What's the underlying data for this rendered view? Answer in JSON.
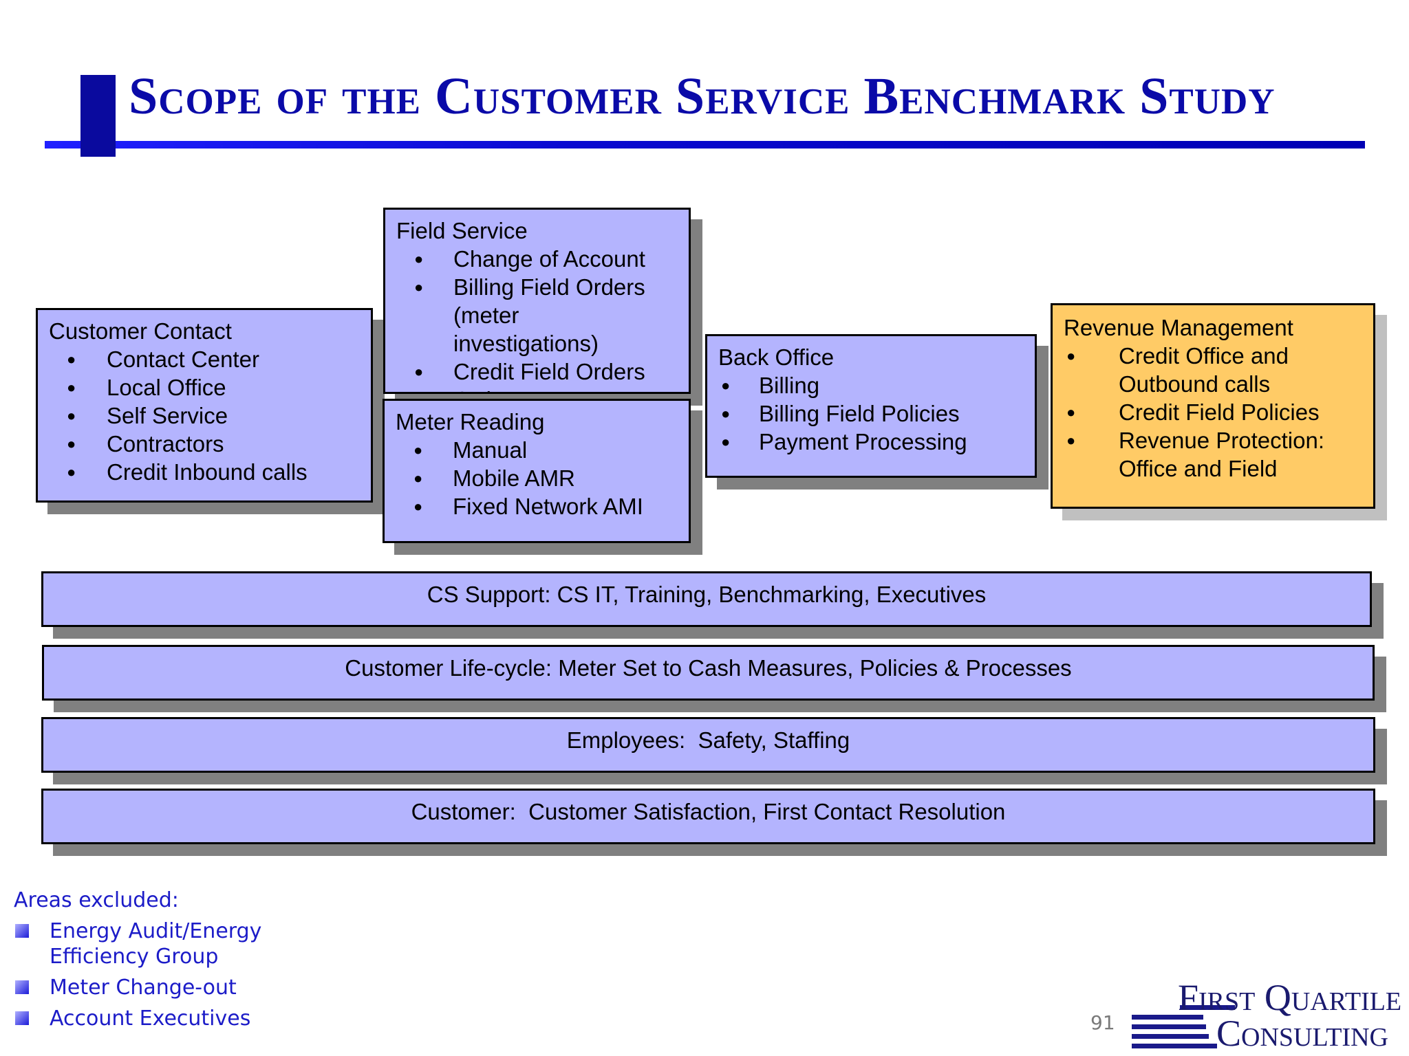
{
  "title": "Scope of the Customer Service Benchmark Study",
  "customer_contact": {
    "heading": "Customer Contact",
    "items": [
      "Contact Center",
      "Local Office",
      "Self Service",
      "Contractors",
      "Credit Inbound calls"
    ]
  },
  "field_service": {
    "heading": "Field Service",
    "items": [
      "Change of Account",
      "Billing Field Orders",
      "(meter",
      "investigations)",
      "Credit Field Orders",
      "Order Management"
    ]
  },
  "meter_reading": {
    "heading": "Meter Reading",
    "items": [
      "Manual",
      "Mobile AMR",
      "Fixed Network AMI"
    ]
  },
  "back_office": {
    "heading": "Back Office",
    "items": [
      "Billing",
      "Billing Field Policies",
      "Payment Processing"
    ]
  },
  "revenue_management": {
    "heading": "Revenue Management",
    "items": [
      "Credit Office and",
      "Outbound calls",
      "Credit Field Policies",
      "Revenue Protection:",
      "Office and Field"
    ]
  },
  "bars": {
    "cs_support": "CS Support: CS IT, Training, Benchmarking, Executives",
    "lifecycle": "Customer Life-cycle: Meter Set to Cash Measures, Policies & Processes",
    "employees_label": "Employees:",
    "employees_text": "Safety, Staffing",
    "customer_label": "Customer:",
    "customer_text": "Customer Satisfaction, First Contact Resolution"
  },
  "excluded": {
    "title": "Areas excluded:",
    "items": [
      "Energy Audit/Energy",
      "Efficiency Group",
      "Meter Change-out",
      "Account Executives"
    ]
  },
  "page_number": "91",
  "logo": {
    "line1": "First Quartile",
    "line2": "Consulting"
  },
  "colors": {
    "title_blue": "#0a0aa8",
    "box_fill": "#b4b4fe",
    "revenue_fill": "#ffcb66",
    "shadow": "#808080",
    "excluded_text": "#1c1cc8"
  }
}
